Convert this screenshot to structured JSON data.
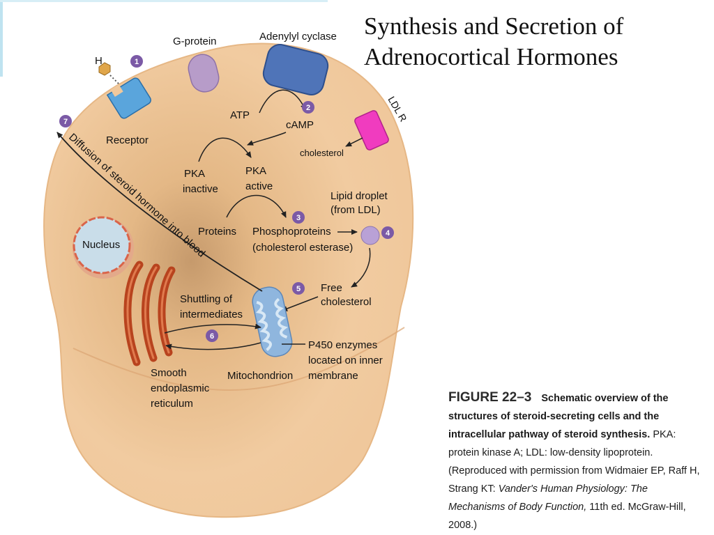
{
  "slide": {
    "title_line1": "Synthesis and Secretion of",
    "title_line2": "Adrenocortical Hormones"
  },
  "diagram": {
    "hormone_label": "H",
    "receptor": "Receptor",
    "g_protein": "G-protein",
    "adenylyl_cyclase": "Adenylyl cyclase",
    "atp": "ATP",
    "camp": "cAMP",
    "pka_inactive": [
      "PKA",
      "inactive"
    ],
    "pka_active": [
      "PKA",
      "active"
    ],
    "proteins": "Proteins",
    "phosphoproteins": [
      "Phosphoproteins",
      "(cholesterol esterase)"
    ],
    "lipid_droplet": [
      "Lipid droplet",
      "(from LDL)"
    ],
    "free_cholesterol": [
      "Free",
      "cholesterol"
    ],
    "shuttling": [
      "Shuttling of",
      "intermediates"
    ],
    "p450": [
      "P450 enzymes",
      "located on inner",
      "membrane"
    ],
    "mitochondrion": "Mitochondrion",
    "smooth_er": [
      "Smooth",
      "endoplasmic",
      "reticulum"
    ],
    "nucleus": "Nucleus",
    "diffusion": "Diffusion of steroid hormone into blood",
    "ldlr": "LDL R",
    "cholesterol": "cholesterol",
    "steps": [
      "1",
      "2",
      "3",
      "4",
      "5",
      "6",
      "7"
    ]
  },
  "caption": {
    "figure": "FIGURE 22–3",
    "lead": "Schematic overview of the structures of steroid-secreting cells and the intracellular pathway of steroid synthesis.",
    "definitions": "PKA: protein kinase A; LDL: low-density lipoprotein.",
    "permission": "(Reproduced with permission from Widmaier EP, Raff H, Strang KT:",
    "book": "Vander's Human Physiology: The Mechanisms of Body Function,",
    "edition": "11th ed. McGraw-Hill, 2008.)"
  },
  "colors": {
    "cell_fill": "#f0c89c",
    "cell_border": "#e6b785",
    "receptor": "#5aa5dc",
    "g_protein": "#b79cc9",
    "adenylyl_cyclase": "#4f74b8",
    "ldlr": "#f03cbf",
    "step_circle": "#7b5aa6",
    "nucleus_fill": "#c9dde9",
    "nucleus_rim": "#d9644a",
    "er": "#b8431e",
    "mitochondrion": "#8fb6de"
  }
}
